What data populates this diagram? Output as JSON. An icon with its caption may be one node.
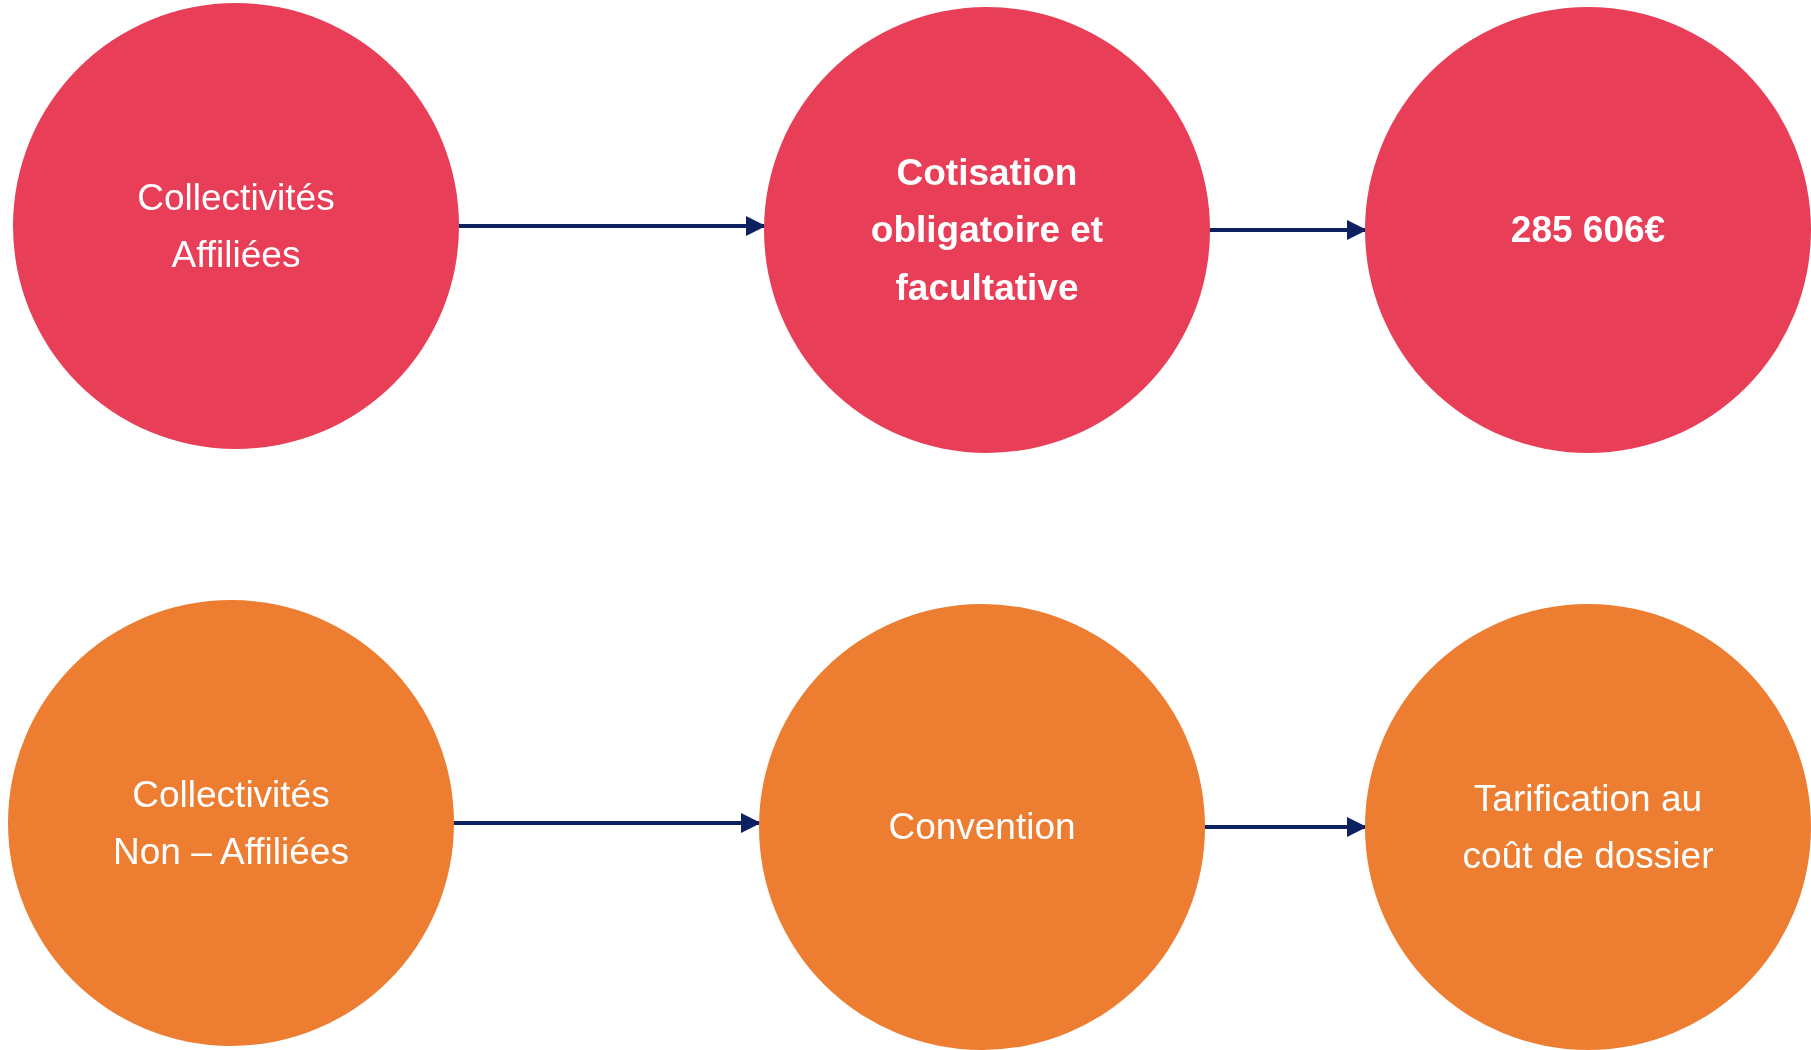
{
  "diagram": {
    "nodes": [
      {
        "text": [
          "Collectivités Affiliées"
        ]
      },
      {
        "text": [
          "Cotisation obligatoire et facultative"
        ]
      },
      {
        "text": [
          "285 606€"
        ]
      },
      {
        "text": [
          "Collectivités Non – Affiliées"
        ]
      },
      {
        "text": [
          "Convention"
        ]
      },
      {
        "text": [
          "Tarification au coût de dossier"
        ]
      }
    ],
    "edges": [
      {
        "from": 0,
        "to": 1,
        "arrow": "to"
      },
      {
        "from": 1,
        "to": 2,
        "arrow": "to"
      },
      {
        "from": 3,
        "to": 4,
        "arrow": "to"
      },
      {
        "from": 4,
        "to": 5,
        "arrow": "to"
      }
    ]
  }
}
